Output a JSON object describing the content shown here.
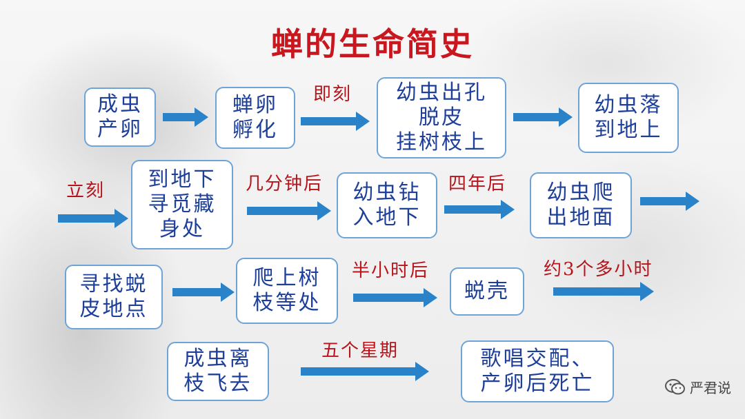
{
  "title": "蝉的生命简史",
  "boxes": [
    {
      "id": "adult-lays-eggs",
      "text": "成虫\n产卵"
    },
    {
      "id": "eggs-hatch",
      "text": "蝉卵\n孵化"
    },
    {
      "id": "larva-emerges",
      "text": "幼虫出孔\n脱皮\n挂树枝上"
    },
    {
      "id": "larva-falls",
      "text": "幼虫落\n到地上"
    },
    {
      "id": "find-hiding-place",
      "text": "到地下\n寻觅藏\n身处"
    },
    {
      "id": "larva-burrows",
      "text": "幼虫钻\n入地下"
    },
    {
      "id": "larva-climbs-out",
      "text": "幼虫爬\n出地面"
    },
    {
      "id": "find-molting-spot",
      "text": "寻找蜕\n皮地点"
    },
    {
      "id": "climb-tree",
      "text": "爬上树\n枝等处"
    },
    {
      "id": "molt",
      "text": "蜕壳"
    },
    {
      "id": "adult-flies-away",
      "text": "成虫离\n枝飞去"
    },
    {
      "id": "sing-mate-die",
      "text": "歌唱交配、\n产卵后死亡"
    }
  ],
  "labels": {
    "immediately": "即刻",
    "at_once": "立刻",
    "few_minutes": "几分钟后",
    "four_years": "四年后",
    "half_hour": "半小时后",
    "three_hours": "约3个多小时",
    "five_weeks": "五个星期"
  },
  "watermark": {
    "text": "严君说",
    "icon": "wechat-icon"
  },
  "colors": {
    "title": "#c8171e",
    "box_text": "#1d3f9a",
    "box_border": "#6ea3d8",
    "label": "#b8131b",
    "arrow": "#2a82c9"
  }
}
